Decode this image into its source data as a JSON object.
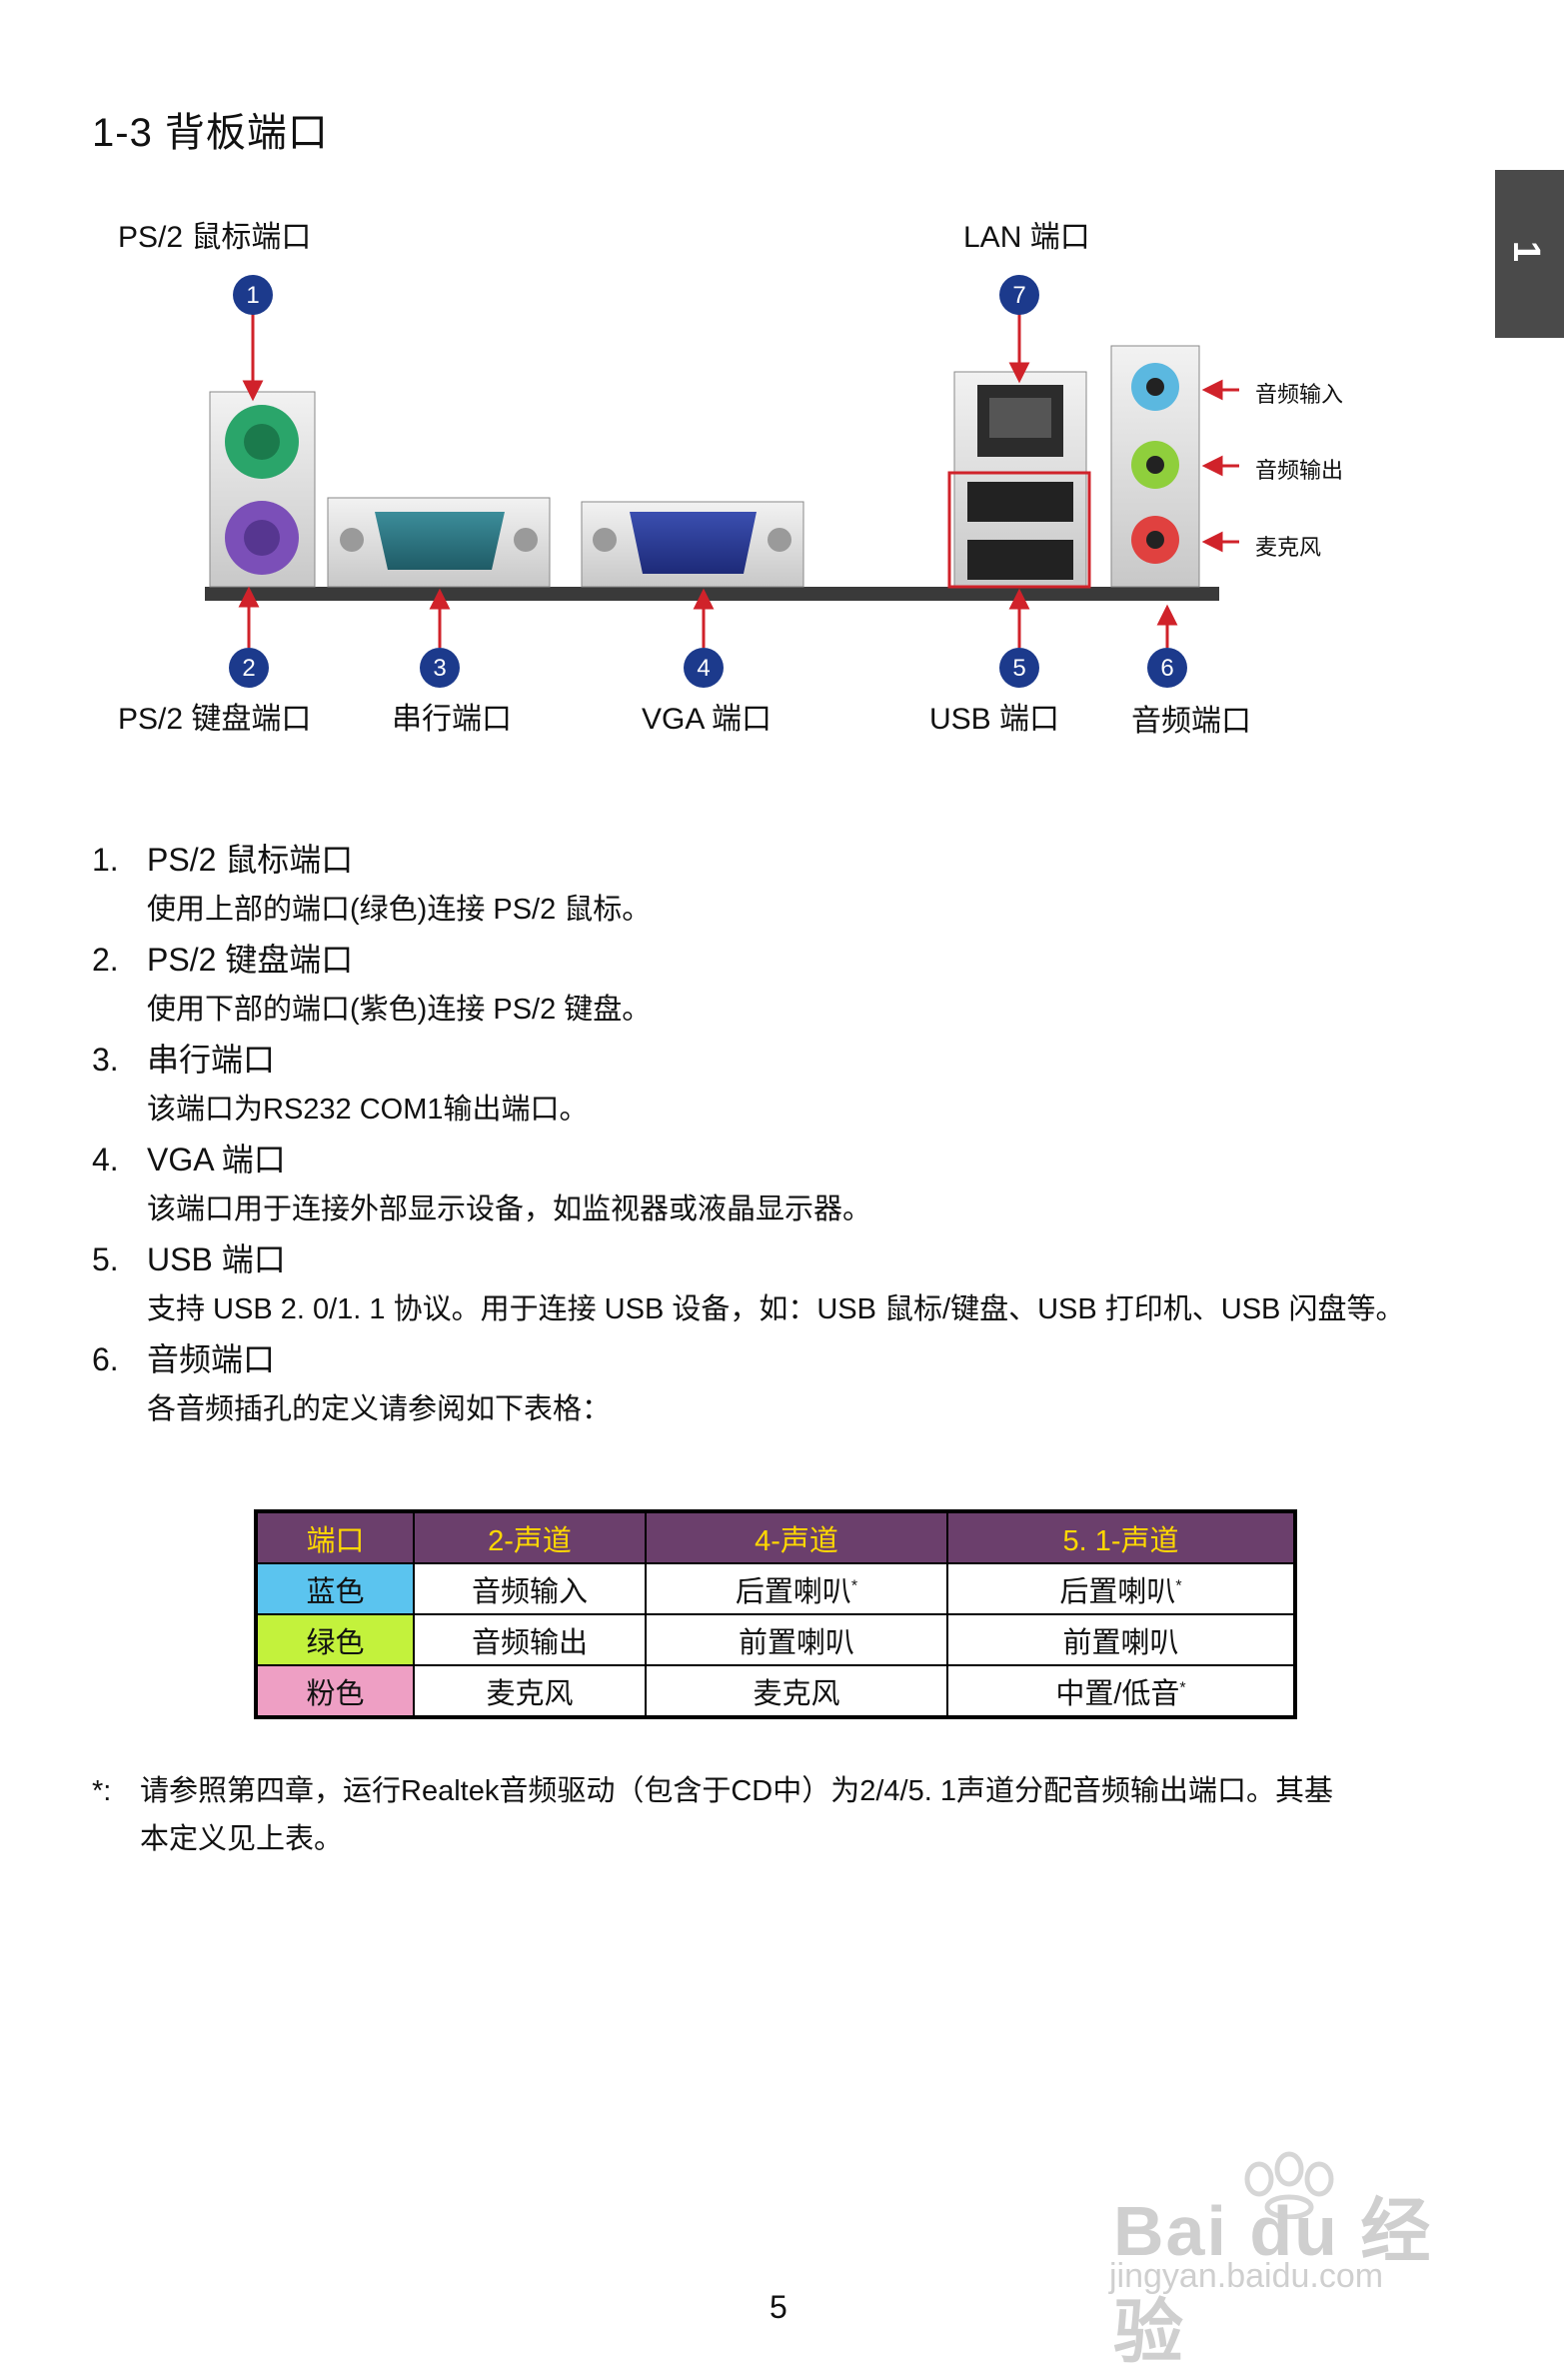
{
  "heading": "1-3  背板端口",
  "side_tab": "1",
  "diagram": {
    "top_labels": {
      "ps2_mouse": "PS/2 鼠标端口",
      "lan": "LAN  端口"
    },
    "bottom_labels": {
      "ps2_keyboard": "PS/2 键盘端口",
      "serial": "串行端口",
      "vga": "VGA 端口",
      "usb": "USB 端口",
      "audio": "音频端口"
    },
    "audio_jacks": {
      "in": "音频输入",
      "out": "音频输出",
      "mic": "麦克风"
    },
    "markers": [
      "1",
      "2",
      "3",
      "4",
      "5",
      "6",
      "7"
    ],
    "jack_colors": {
      "blue": "#5bb8e0",
      "green": "#8fcf3c",
      "red": "#e0413f",
      "mouse": "#2aa56a",
      "keyboard": "#7b4fb8"
    }
  },
  "items": [
    {
      "num": "1.",
      "title": "PS/2  鼠标端口",
      "desc": "使用上部的端口(绿色)连接  PS/2  鼠标。"
    },
    {
      "num": "2.",
      "title": "PS/2  键盘端口",
      "desc": "使用下部的端口(紫色)连接  PS/2  键盘。"
    },
    {
      "num": "3.",
      "title": "串行端口",
      "desc": "该端口为RS232  COM1输出端口。"
    },
    {
      "num": "4.",
      "title": "VGA 端口",
      "desc": "该端口用于连接外部显示设备，如监视器或液晶显示器。"
    },
    {
      "num": "5.",
      "title": "USB  端口",
      "desc": "支持  USB  2. 0/1. 1  协议。用于连接  USB  设备，如：USB 鼠标/键盘、USB 打印机、USB 闪盘等。"
    },
    {
      "num": "6.",
      "title": "音频端口",
      "desc": "各音频插孔的定义请参阅如下表格："
    }
  ],
  "table": {
    "headers": [
      "端口",
      "2-声道",
      "4-声道",
      "5. 1-声道"
    ],
    "rows": [
      {
        "port": "蓝色",
        "color": "#5bc4ef",
        "c2": "音频输入",
        "c4": "后置喇叭",
        "c4_mark": "*",
        "c51": "后置喇叭",
        "c51_mark": "*"
      },
      {
        "port": "绿色",
        "color": "#c3f23c",
        "c2": "音频输出",
        "c4": "前置喇叭",
        "c4_mark": "",
        "c51": "前置喇叭",
        "c51_mark": ""
      },
      {
        "port": "粉色",
        "color": "#ee9fc4",
        "c2": "麦克风",
        "c4": "麦克风",
        "c4_mark": "",
        "c51": "中置/低音",
        "c51_mark": "*"
      }
    ]
  },
  "note": {
    "star": "*:",
    "line1": "请参照第四章，运行Realtek音频驱动（包含于CD中）为2/4/5. 1声道分配音频输出端口。其基",
    "line2": "本定义见上表。"
  },
  "page_number": "5",
  "watermark": {
    "brand": "Bai du 经验",
    "url": "jingyan.baidu.com"
  }
}
